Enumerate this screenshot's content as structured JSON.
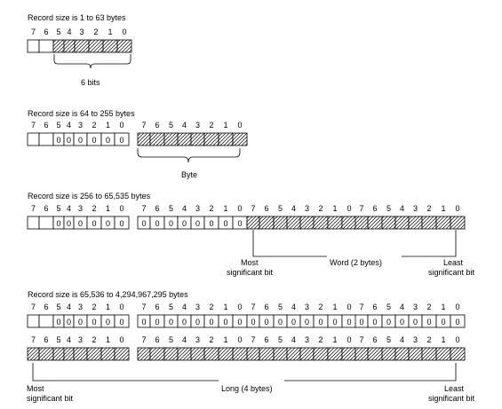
{
  "bit_labels": [
    "7",
    "6",
    "5",
    "4",
    "3",
    "2",
    "1",
    "0"
  ],
  "section1": {
    "title": "Record size is 1 to 63 bytes",
    "brace_label": "6 bits"
  },
  "section2": {
    "title": "Record size is 64 to 255 bytes",
    "byte0_bits": [
      "",
      "",
      "0",
      "0",
      "0",
      "0",
      "0",
      "0"
    ],
    "brace_label": "Byte"
  },
  "section3": {
    "title": "Record size is 256 to 65,535 bytes",
    "byte0_bits": [
      "",
      "",
      "0",
      "0",
      "0",
      "0",
      "0",
      "0"
    ],
    "byte1_bits": [
      "0",
      "0",
      "0",
      "0",
      "0",
      "0",
      "0",
      "0"
    ],
    "msb_label_1": "Most",
    "msb_label_2": "significant bit",
    "middle_label": "Word (2 bytes)",
    "lsb_label_1": "Least",
    "lsb_label_2": "significant bit"
  },
  "section4": {
    "title": "Record size is 65,536 to 4,294,967,295 bytes",
    "byte0_bits": [
      "",
      "",
      "0",
      "0",
      "0",
      "0",
      "0",
      "0"
    ],
    "byte1_bits": [
      "0",
      "0",
      "0",
      "0",
      "0",
      "0",
      "0",
      "0"
    ],
    "byte2_bits": [
      "0",
      "0",
      "0",
      "0",
      "0",
      "0",
      "0",
      "0"
    ],
    "byte3_bits": [
      "0",
      "0",
      "0",
      "0",
      "0",
      "0",
      "0",
      "0"
    ],
    "msb_label_1": "Most",
    "msb_label_2": "significant bit",
    "middle_label": "Long (4 bytes)",
    "lsb_label_1": "Least",
    "lsb_label_2": "significant bit"
  }
}
